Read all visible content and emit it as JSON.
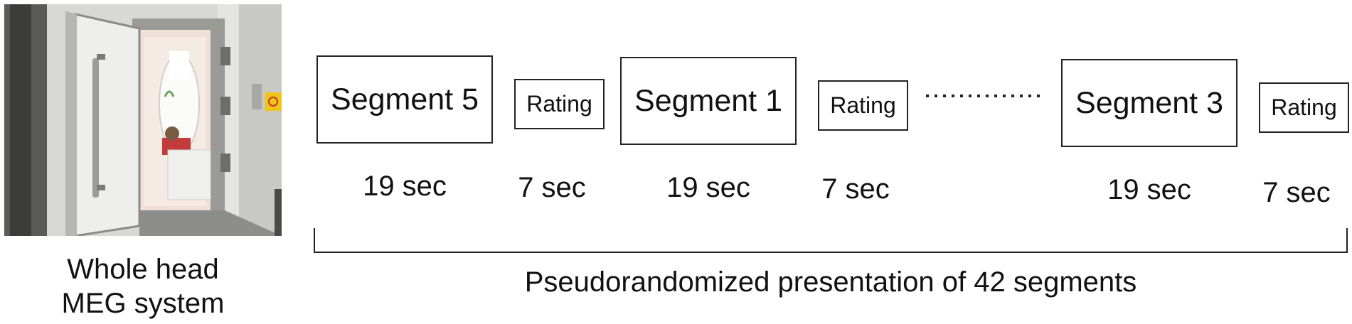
{
  "photo": {
    "icon": "meg-room-photo"
  },
  "caption": {
    "line1": "Whole head",
    "line2": "MEG system"
  },
  "sequence": [
    {
      "kind": "segment",
      "label": "Segment 5",
      "duration": "19 sec"
    },
    {
      "kind": "rating",
      "label": "Rating",
      "duration": "7 sec"
    },
    {
      "kind": "segment",
      "label": "Segment 1",
      "duration": "19 sec"
    },
    {
      "kind": "rating",
      "label": "Rating",
      "duration": "7 sec"
    },
    {
      "kind": "segment",
      "label": "Segment 3",
      "duration": "19 sec"
    },
    {
      "kind": "rating",
      "label": "Rating",
      "duration": "7 sec"
    }
  ],
  "ellipsis": "..............",
  "summary": "Pseudorandomized presentation of 42 segments",
  "colors": {
    "line": "#222222",
    "text": "#111111"
  }
}
